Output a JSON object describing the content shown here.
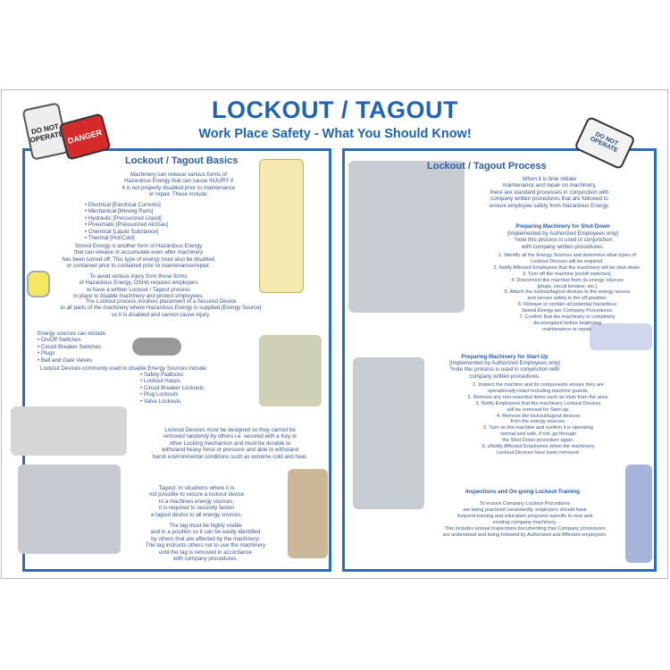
{
  "header": {
    "title": "LOCKOUT / TAGOUT",
    "subtitle": "Work Place Safety - What You Should Know!"
  },
  "left": {
    "title": "Lockout / Tagout Basics",
    "intro": "Machinery can release various forms of\nHazardous Energy that can cause INJURY if\nit is not properly disabled prior to maintenance\nor repair.  These include:",
    "energy_types": "• Electrical [Electrical Currents]\n• Mechanical [Moving Parts]\n• Hydraulic [Pressurized Liquid]\n• Pneumatic [Pressurized Air/Gas]\n• Chemical [Liquid Substance]\n• Thermal [Hot/Cold]",
    "stored": "Stored Energy is another form of Hazardous Energy\nthat can release or accumulate even after machinery\nhas been turned off.  This type of energy must also be disabled\nor contained prior to contained prior to maintenance/repair.",
    "osha": "To avoid serious injury from these forms\nof Hazardous Energy, OSHA requires employers\nto have a written Lockout / Tagout process\nin place to disable machinery and protect employees.",
    "process": "The Lockout process involves placement of a Secured Device\nto all parts of the machinery where Hazardous Energy is supplied [Energy Source]\nso it is disabled and cannot cause injury.",
    "sources": "Energy sources can include:\n  • On/Off Switches\n  • Circuit Breaker Switches\n  • Plugs\n  • Ball and Gate Valves",
    "devices_intro": "Lockout Devices commonly used to disable Energy Sources include:",
    "devices": "• Safety Padlocks\n• Lockout Hasps\n• Circuit Breaker Lockouts\n• Plug Lockouts\n• Valve Lockouts",
    "design": "Lockout Devices must be designed so they cannot be\nremoved randomly by others i.e. secured with a Key or\nother Locking mechanism and must be durable to\nwithstand heavy force or pressure and able to withstand\nharsh environmental conditions such as extreme cold and heat.",
    "tagout": "Tagout:  In situations where it is\nnot possible to secure a lockout device\nto a machines energy sources,\nit is required to securely fasten\na tagout device to all energy sources.",
    "tag": "The tag must be highly visible\nand in a position so it can be easily identified\nby others that are affected by the machinery.\nThe tag instructs others not to use the machinery\nuntil the tag is removed in accordance\nwith company procedures."
  },
  "right": {
    "title": "Lockout / Tagout Process",
    "intro": "When it is time initiate\nmaintenance and repair on machinery,\nthere are standard processes in conjunction with\ncompany written procedures that are followed to\nensure employee safety from Hazardous Energy.",
    "shutdown": {
      "title": "Preparing Machinery for Shut-Down",
      "sub": "[Implemented by Authorized Employees only]\n*note this process is used in conjunction\nwith company written procedures.",
      "steps": "1.  Identify all the Energy Sources and determine what types of\nLockout Devices will be required.\n2.  Notify Affected Employees that the machinery will be shut-down.\n3.  Turn off the machine [on/off switches].\n4.  Disconnect the machine from its energy sources\n[plugs, circuit breaker, etc.]\n5.  Attach the lockout/tagout devices to the energy source\nand secure safely in the off position.\n6.  Release or contain all potential hazardous\nStored Energy per Company Procedures.\n7.  Confirm that the machinery is completely\nde-energized before beginning\nmaintenance  or repair."
    },
    "startup": {
      "title": "Preparing Machinery for Start-Up",
      "sub": "[Implemented by Authorized Employees only]\n*note this process is used in conjunction with\ncompany written procedures.",
      "steps": "1.  Inspect the machine and its components ensure they are\noperationally intact including machine guards.\n2.  Remove any non-essential items such as tools from the area.\n3.  Notify Employees that the machinery Lockout Devices\nwill be removed for Start-up.\n4.  Remove the lockout/tagout devices\nfrom the energy sources.\n5.  Turn on the machine and confirm it is operating\nnormal and safe, if not, go through\nthe Shut-Down procedure again.\n6.  sNotify Affected Employees when the machinery\nLockout Devices have been removed."
    },
    "training": {
      "title": "Inspections and On-going Lockout Training",
      "text": "To ensure Company Lockout Procedures\nare being practiced consistently, employers should have\nfrequent training and education programs specific to new and\nexisting company machinery.\nThis includes annual inspections documenting that Company procedures\nare understood and being followed by Authorized and Affected employees."
    }
  },
  "tags": {
    "do_not_operate": "DO NOT OPERATE",
    "danger": "DANGER"
  },
  "colors": {
    "title_blue": "#1f63b4",
    "border_blue": "#2b6cc0",
    "text": "#3a5688"
  }
}
